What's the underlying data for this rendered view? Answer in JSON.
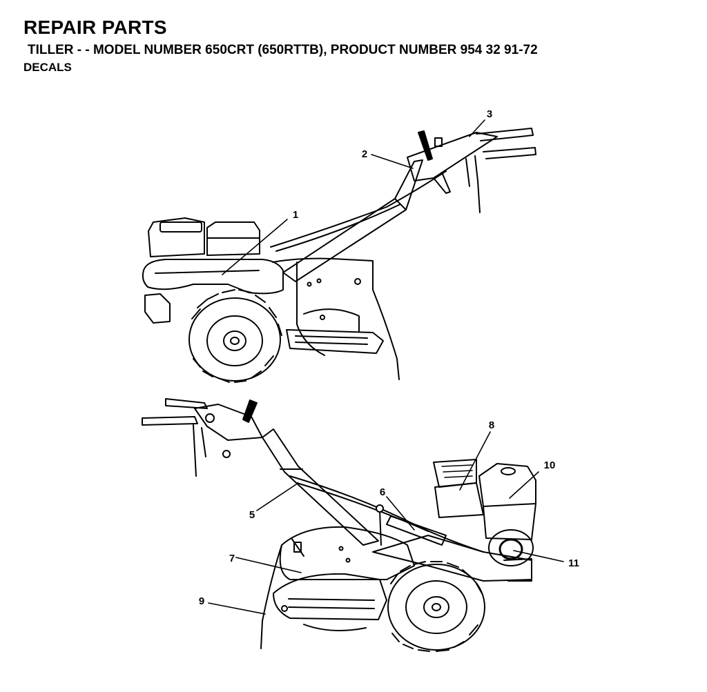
{
  "header": {
    "title": "REPAIR PARTS",
    "subtitle": "TILLER - - MODEL NUMBER 650CRT (650RTTB), PRODUCT NUMBER 954 32 91-72",
    "section": "DECALS"
  },
  "callouts": {
    "c1": "1",
    "c2": "2",
    "c3": "3",
    "c5": "5",
    "c6": "6",
    "c7": "7",
    "c8": "8",
    "c9": "9",
    "c10": "10",
    "c11": "11"
  }
}
